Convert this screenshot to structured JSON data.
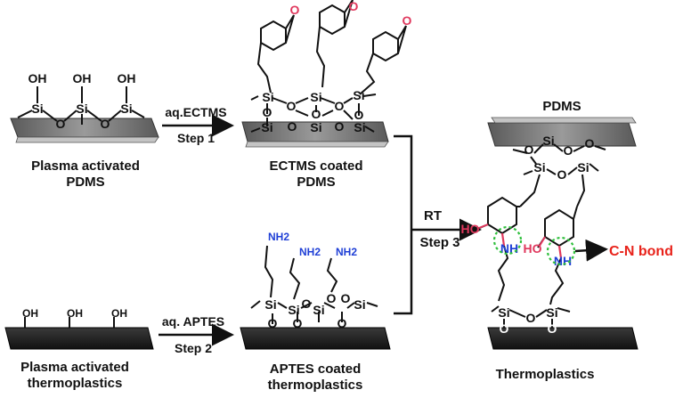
{
  "captions": {
    "plasma_pdms": [
      "Plasma activated",
      "PDMS"
    ],
    "ectms_pdms": [
      "ECTMS coated",
      "PDMS"
    ],
    "plasma_thermo": [
      "Plasma activated",
      "thermoplastics"
    ],
    "aptes_thermo": [
      "APTES coated",
      "thermoplastics"
    ],
    "product_top": "PDMS",
    "product_bottom": "Thermoplastics"
  },
  "arrows": {
    "step1": {
      "reagent": "aq.ECTMS",
      "step": "Step 1"
    },
    "step2": {
      "reagent": "aq. APTES",
      "step": "Step 2"
    },
    "step3": {
      "reagent": "RT",
      "step": "Step 3"
    }
  },
  "atoms": {
    "si": "Si",
    "o": "O",
    "oh": "OH",
    "ho": "HO",
    "nh": "NH",
    "nh2": "NH2"
  },
  "annotation": {
    "bond": "C-N bond"
  },
  "colors": {
    "pdms_fill": "#6e6e6e",
    "pdms_light": "#c4c4c4",
    "thermo_fill": "#1c1c1c",
    "epoxide_o": "#e0385d",
    "amine_n": "#1f3fd6",
    "bond_label": "#e8231b",
    "ring_dash": "#2fbf3c",
    "bond_line": "#111111"
  }
}
